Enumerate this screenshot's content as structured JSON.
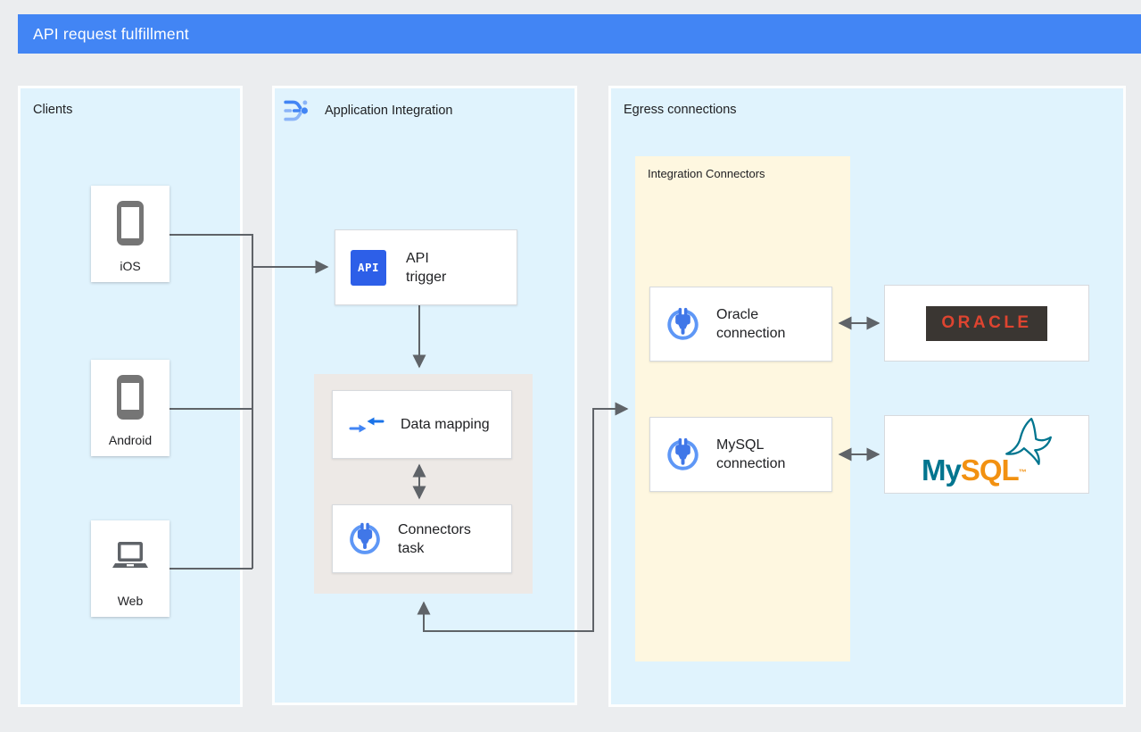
{
  "header": {
    "title": "API request fulfillment"
  },
  "clients_panel": {
    "title": "Clients",
    "items": [
      {
        "label": "iOS",
        "icon": "smartphone-icon"
      },
      {
        "label": "Android",
        "icon": "smartphone-icon"
      },
      {
        "label": "Web",
        "icon": "laptop-icon"
      }
    ]
  },
  "integration_panel": {
    "title": "Application Integration",
    "icon": "application-integration-icon",
    "api_trigger": {
      "icon_text": "API",
      "line1": "API",
      "line2": "trigger"
    },
    "data_mapping": {
      "label": "Data mapping",
      "icon": "data-mapping-arrows-icon"
    },
    "connectors_task": {
      "line1": "Connectors",
      "line2": "task",
      "icon": "connector-plug-icon"
    }
  },
  "egress_panel": {
    "title": "Egress connections",
    "integration_connectors": {
      "title": "Integration Connectors",
      "oracle_connection": {
        "line1": "Oracle",
        "line2": "connection",
        "icon": "connector-plug-icon"
      },
      "mysql_connection": {
        "line1": "MySQL",
        "line2": "connection",
        "icon": "connector-plug-icon"
      }
    },
    "oracle": {
      "wordmark": "ORACLE"
    },
    "mysql": {
      "wordmark_my": "My",
      "wordmark_sql": "SQL",
      "trademark": "™",
      "icon": "mysql-dolphin-icon"
    }
  },
  "colors": {
    "header_bg": "#4285F4",
    "panel_bg": "#E0F3FD",
    "integration_connectors_bg": "#FEF7E0",
    "task_group_bg": "#EDE9E6",
    "connector_line": "#5F6368",
    "api_icon_bg": "#2D5FE8",
    "plug_icon_blue": "#4077E8",
    "oracle_box_bg": "#3A3632",
    "oracle_red": "#DE4430",
    "mysql_teal": "#00758F",
    "mysql_orange": "#F29111"
  }
}
